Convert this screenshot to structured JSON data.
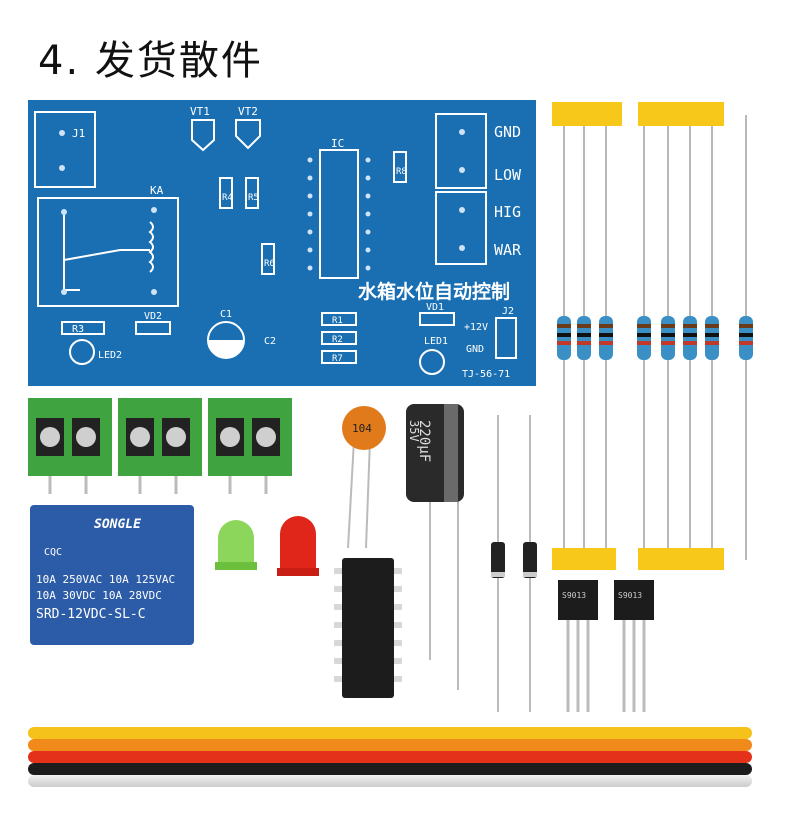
{
  "heading": "4. 发货散件",
  "pcb": {
    "board_title": "水箱水位自动控制",
    "board_code": "TJ-56-71",
    "terminals": [
      "GND",
      "LOW",
      "HIG",
      "WAR"
    ],
    "labels": {
      "j1": "J1",
      "ka": "KA",
      "vt1": "VT1",
      "vt2": "VT2",
      "ic": "IC",
      "r3": "R3",
      "vd2": "VD2",
      "led2": "LED2",
      "c1": "C1",
      "c2": "C2",
      "r1": "R1",
      "r2": "R2",
      "r7": "R7",
      "vd1": "VD1",
      "led1": "LED1",
      "j2": "J2",
      "p12v": "+12V",
      "gnd": "GND",
      "r4": "R4",
      "r5": "R5",
      "r6": "R6",
      "r8": "R8"
    }
  },
  "capacitor_ceramic": "104",
  "capacitor_electrolytic": {
    "cap": "220μF",
    "volt": "35V"
  },
  "relay": {
    "brand": "SONGLE",
    "cert": "CQC",
    "line1": "10A 250VAC  10A 125VAC",
    "line2": "10A  30VDC  10A  28VDC",
    "model": "SRD-12VDC-SL-C"
  },
  "transistor_mark": "S9013",
  "colors": {
    "pcb": "#1a6fb3",
    "silk": "#ffffff",
    "terminal_green": "#3fa33f",
    "tape_yellow": "#f7c81a",
    "relay_blue": "#2c5ca8"
  }
}
